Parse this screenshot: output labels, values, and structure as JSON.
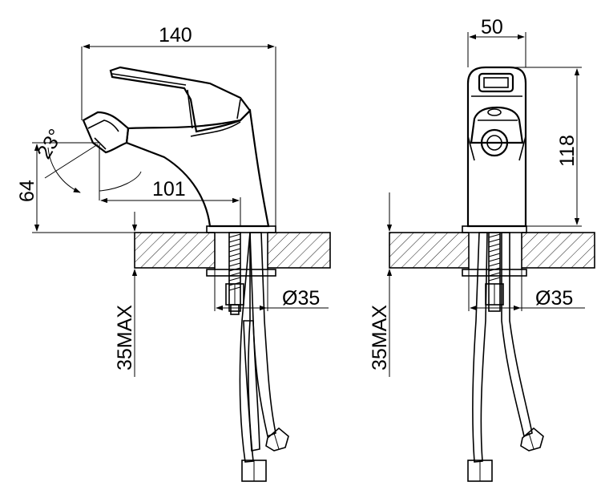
{
  "dimensions": {
    "side_width": "140",
    "side_height": "64",
    "angle": "23°",
    "spout_reach": "101",
    "front_width": "50",
    "front_height": "118",
    "hole_diameter_left": "Ø35",
    "hole_diameter_right": "Ø35",
    "counter_thickness_left": "35MAX",
    "counter_thickness_right": "35MAX"
  }
}
